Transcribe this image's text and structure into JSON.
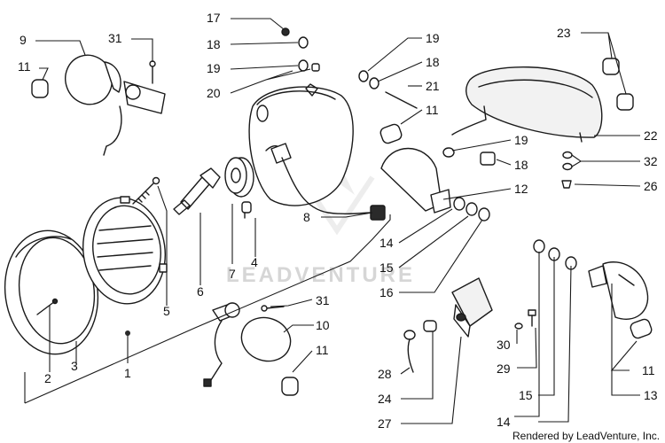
{
  "watermark": "LEADVENTURE",
  "credit": "Rendered by LeadVenture, Inc.",
  "callouts": {
    "c1": "1",
    "c2": "2",
    "c3": "3",
    "c4": "4",
    "c5": "5",
    "c6": "6",
    "c7": "7",
    "c8": "8",
    "c9": "9",
    "c10": "10",
    "c11a": "11",
    "c11b": "11",
    "c11c": "11",
    "c11d": "11",
    "c12": "12",
    "c13": "13",
    "c14a": "14",
    "c14b": "14",
    "c15a": "15",
    "c15b": "15",
    "c16": "16",
    "c17": "17",
    "c18a": "18",
    "c18b": "18",
    "c18c": "18",
    "c19a": "19",
    "c19b": "19",
    "c19c": "19",
    "c20": "20",
    "c21": "21",
    "c22": "22",
    "c23": "23",
    "c24": "24",
    "c26": "26",
    "c27": "27",
    "c28": "28",
    "c29": "29",
    "c30": "30",
    "c31a": "31",
    "c31b": "31",
    "c32": "32"
  }
}
